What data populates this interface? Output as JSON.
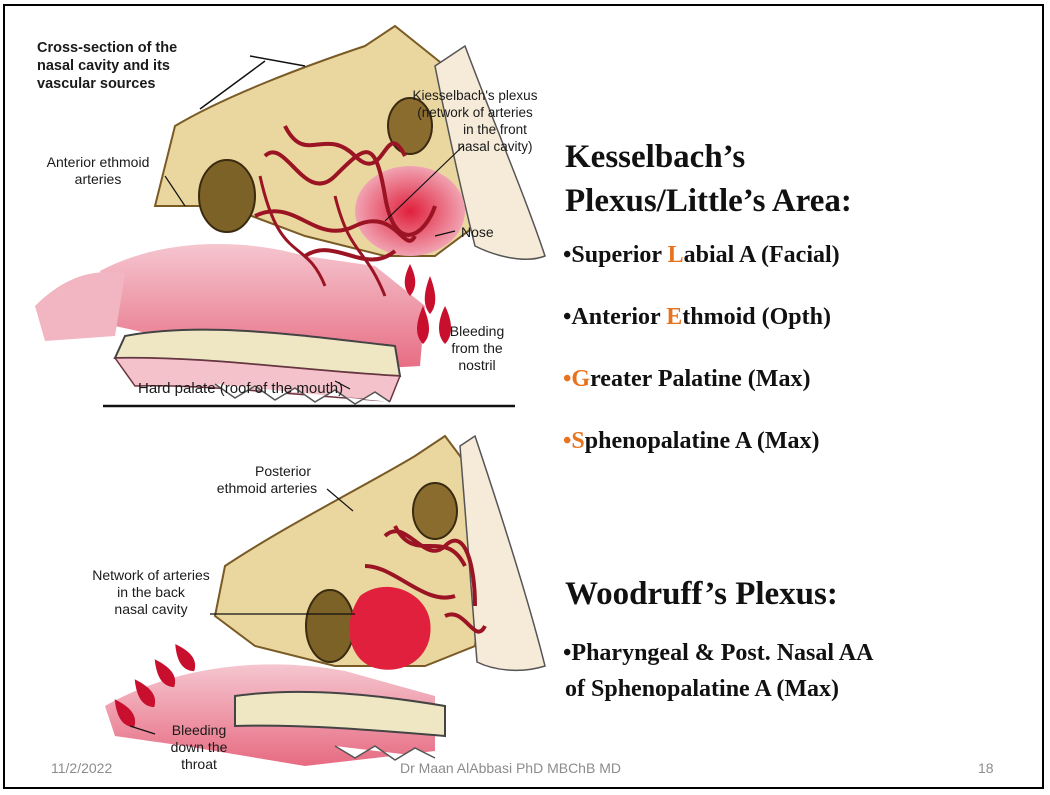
{
  "figure": {
    "top_title": [
      "Cross-section of the",
      "nasal cavity and its",
      "vascular sources"
    ],
    "kiesselbach_label": [
      "Kiesselbach's plexus",
      "(network of arteries",
      "in the front",
      "nasal cavity)"
    ],
    "anterior_ethmoid_label": [
      "Anterior ethmoid",
      "arteries"
    ],
    "nose_label": "Nose",
    "bleeding_nostril_label": [
      "Bleeding",
      "from the",
      "nostril"
    ],
    "hard_palate_label": "Hard palate (roof of the mouth)",
    "posterior_ethmoid_label": [
      "Posterior",
      "ethmoid arteries"
    ],
    "back_network_label": [
      "Network of arteries",
      "in the back",
      "nasal cavity"
    ],
    "bleeding_throat_label": [
      "Bleeding",
      "down the",
      "throat"
    ]
  },
  "kesselbach": {
    "heading_line1": "Kesselbach’s",
    "heading_line2": "Plexus/Little’s Area:",
    "bullets": [
      {
        "bullet": "•",
        "accent": "L",
        "rest": "Superior ",
        "tail": "abial A (Facial)",
        "accent_bullet": false
      },
      {
        "bullet": "•",
        "accent": "E",
        "rest": "Anterior ",
        "tail": "thmoid (Opth)",
        "accent_bullet": false
      },
      {
        "bullet": "•",
        "accent": "G",
        "rest": "",
        "tail": "reater Palatine (Max)",
        "accent_bullet": true
      },
      {
        "bullet": "•",
        "accent": "S",
        "rest": "",
        "tail": "phenopalatine A (Max)",
        "accent_bullet": true
      }
    ]
  },
  "woodruff": {
    "heading": "Woodruff’s Plexus:",
    "line1": "•Pharyngeal & Post. Nasal AA",
    "line2": "of Sphenopalatine A (Max)"
  },
  "footer": {
    "date": "11/2/2022",
    "author": "Dr Maan AlAbbasi PhD MBChB MD",
    "page": "18"
  },
  "colors": {
    "accent": "#e8731e",
    "blood": "#c8102e",
    "bone": "#d9c27a"
  }
}
